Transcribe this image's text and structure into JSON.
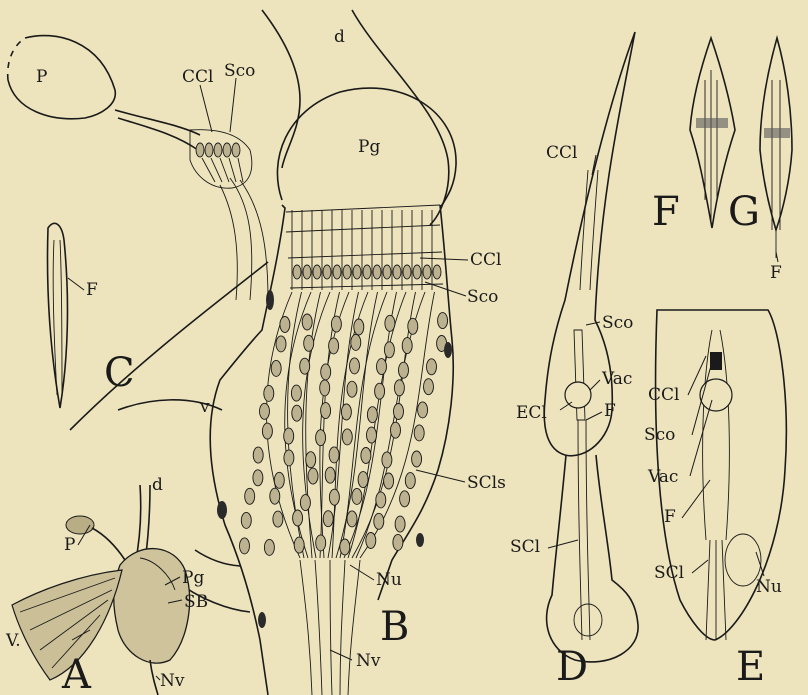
{
  "colors": {
    "background": "#ede3bd",
    "ink": "#1a1a1a",
    "stipple": "#3a3a3a"
  },
  "panels": {
    "A": "A",
    "B": "B",
    "C": "C",
    "D": "D",
    "E": "E",
    "F": "F",
    "G": "G"
  },
  "labels": {
    "p": "P",
    "pg": "Pg",
    "d": "d",
    "v": "v",
    "ccl": "CCl",
    "sco": "Sco",
    "scls": "SCls",
    "nu": "Nu",
    "nv": "Nv",
    "f": "F",
    "a_p": "P",
    "a_d": "d",
    "a_pg": "Pg",
    "a_sb": "SB",
    "a_v": "V.",
    "a_nv": "Nv",
    "d_ccl": "CCl",
    "d_sco": "Sco",
    "d_vac": "Vac",
    "d_ecl": "ECl",
    "d_f": "F",
    "d_scl": "SCl",
    "e_ccl": "CCl",
    "e_sco": "Sco",
    "e_vac": "Vac",
    "e_f": "F",
    "e_scl": "SCl",
    "e_nu": "Nu",
    "g_f": "F"
  }
}
